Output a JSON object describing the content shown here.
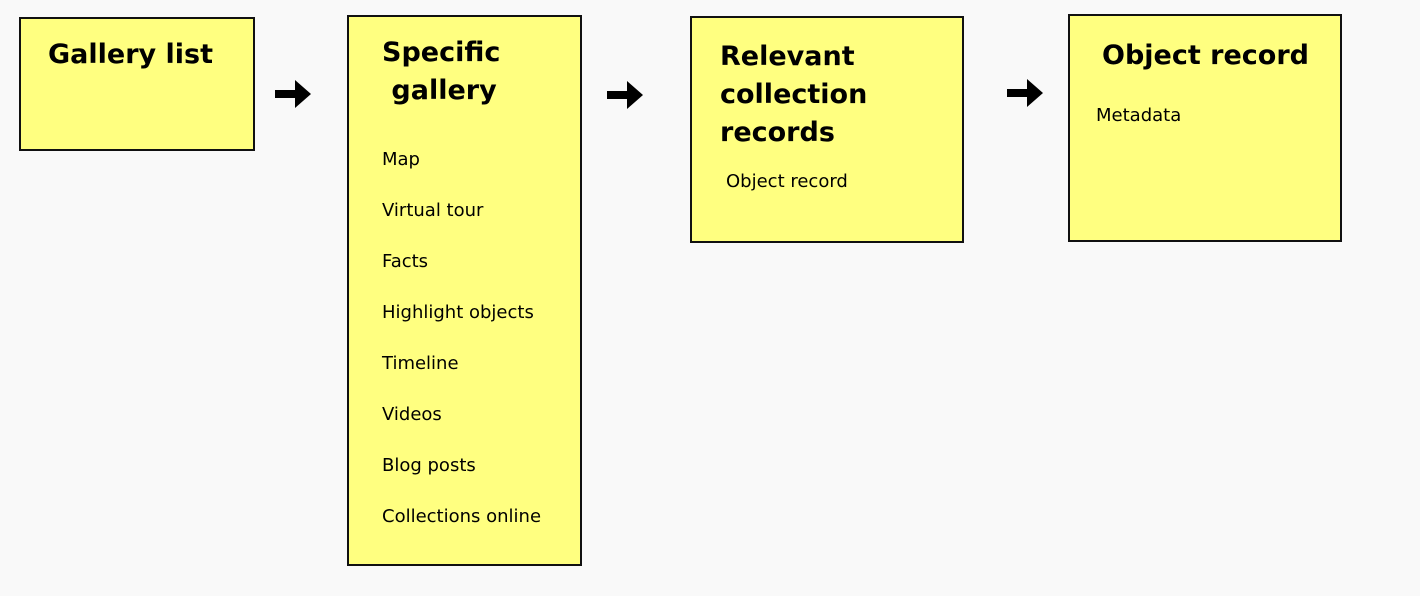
{
  "cards": {
    "gallery_list": {
      "title": "Gallery list"
    },
    "specific_gallery": {
      "title": "Specific\n gallery",
      "items": [
        "Map",
        "Virtual tour",
        "Facts",
        "Highlight objects",
        "Timeline",
        "Videos",
        "Blog posts",
        "Collections online"
      ]
    },
    "relevant_records": {
      "title": "Relevant\ncollection\nrecords",
      "item": "Object record"
    },
    "object_record": {
      "title": "Object record",
      "item": "Metadata"
    }
  },
  "colors": {
    "card_fill": "#ffff80",
    "card_border": "#111111",
    "background": "#f9f9f9",
    "arrow": "#000000"
  },
  "icons": {
    "flow_arrow": "right-arrow-icon"
  }
}
